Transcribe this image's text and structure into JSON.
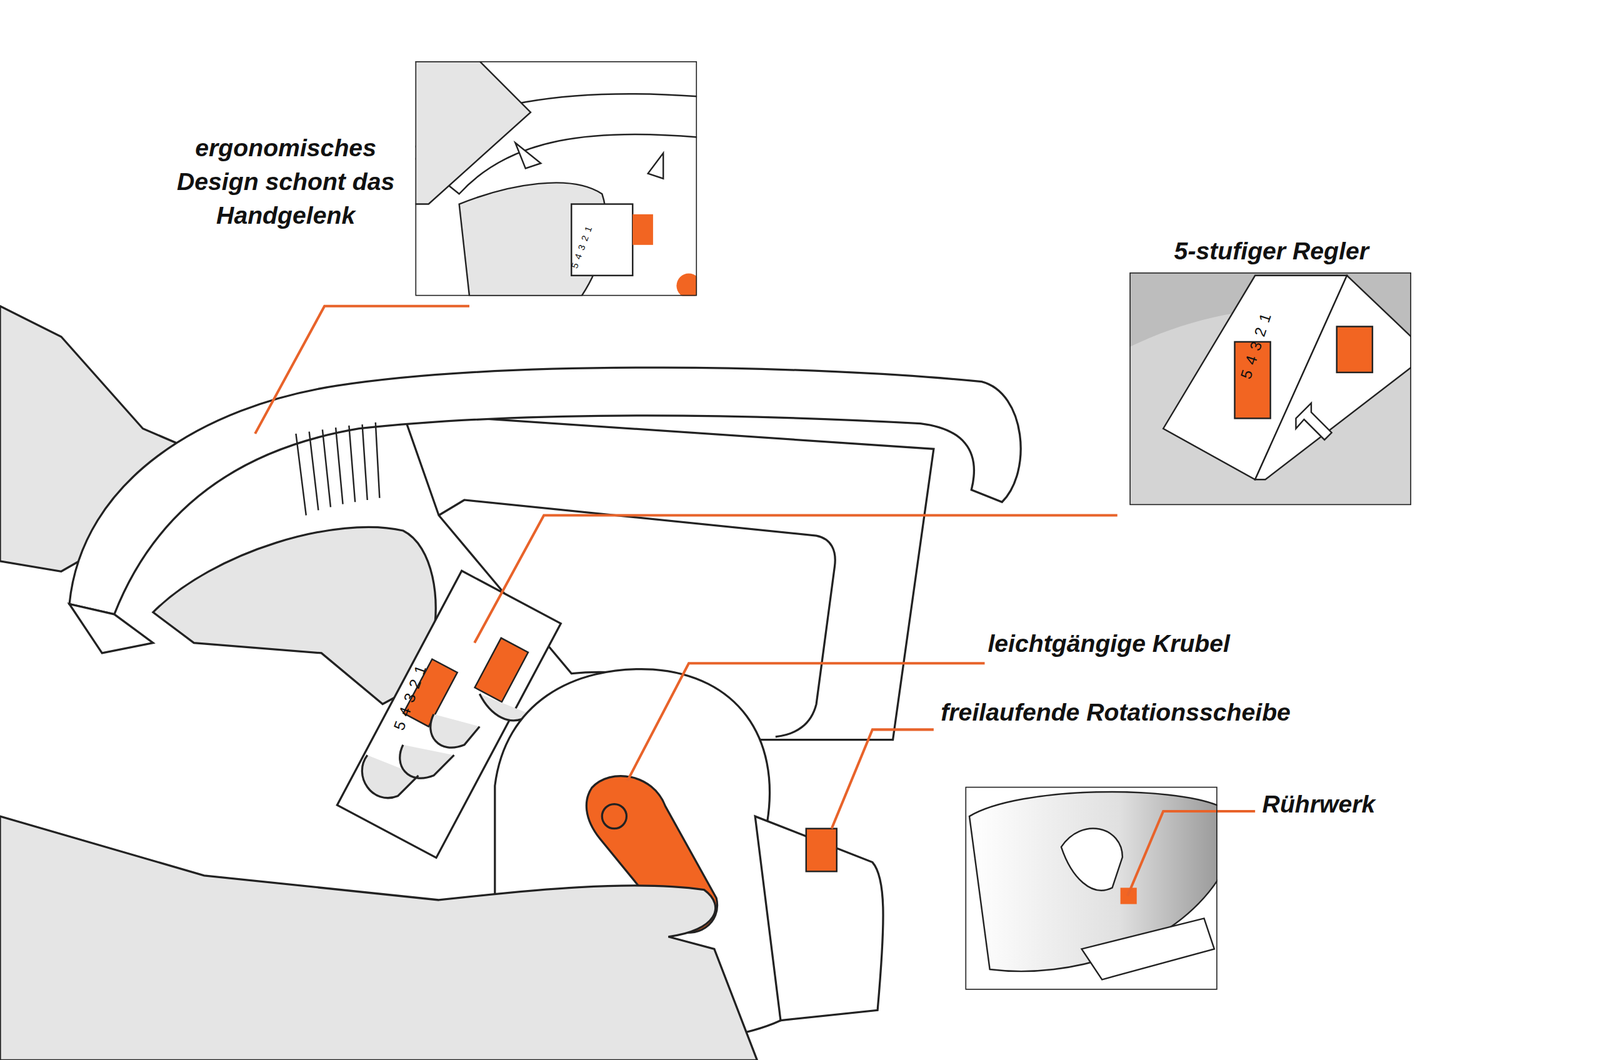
{
  "diagram": {
    "nodes": [
      {
        "text": [
          "5 4 3 2 1"
        ]
      },
      {
        "text": [
          "5-stufiger Regler",
          "5 4 3 2 1"
        ]
      },
      {
        "text": [
          "Rührwerk"
        ]
      }
    ],
    "labels": [
      "ergonomisches Design schont das Handgelenk",
      "leichtgängige Krubel",
      "freilaufende Rotationsscheibe",
      "5 4 3 2 1"
    ]
  }
}
